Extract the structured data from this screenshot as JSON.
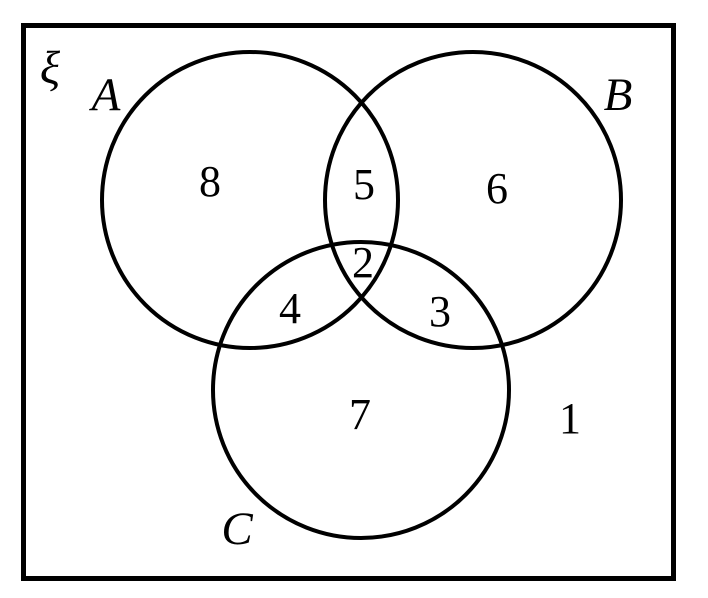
{
  "diagram": {
    "type": "venn",
    "universe_label": "ξ",
    "sets": [
      {
        "id": "A",
        "label": "A"
      },
      {
        "id": "B",
        "label": "B"
      },
      {
        "id": "C",
        "label": "C"
      }
    ],
    "regions": {
      "a_only": "8",
      "a_and_b_only": "5",
      "b_only": "6",
      "a_and_b_and_c": "2",
      "a_and_c_only": "4",
      "b_and_c_only": "3",
      "c_only": "7",
      "outside": "1"
    },
    "colors": {
      "stroke": "#000000",
      "background": "#ffffff"
    }
  }
}
